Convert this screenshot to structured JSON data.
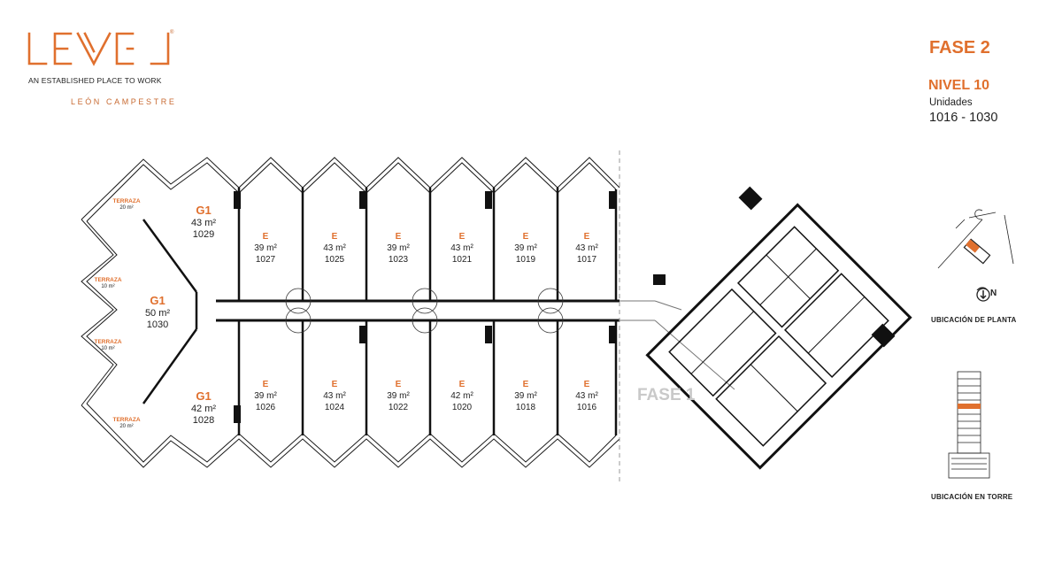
{
  "brand": {
    "tagline": "AN ESTABLISHED PLACE TO WORK",
    "subbrand": "LEÓN CAMPESTRE",
    "registered": "®",
    "accent_color": "#e0702e",
    "logo_lettering": "LEVEL"
  },
  "header": {
    "phase": "FASE 2",
    "level": "NIVEL 10",
    "units_label": "Unidades",
    "units_range": "1016 - 1030"
  },
  "plan": {
    "units": [
      {
        "type": "G1",
        "area": "43 m²",
        "number": "1029"
      },
      {
        "type": "E",
        "area": "39 m²",
        "number": "1027"
      },
      {
        "type": "E",
        "area": "43 m²",
        "number": "1025"
      },
      {
        "type": "E",
        "area": "39 m²",
        "number": "1023"
      },
      {
        "type": "E",
        "area": "43 m²",
        "number": "1021"
      },
      {
        "type": "E",
        "area": "39 m²",
        "number": "1019"
      },
      {
        "type": "E",
        "area": "43 m²",
        "number": "1017"
      },
      {
        "type": "G1",
        "area": "50 m²",
        "number": "1030"
      },
      {
        "type": "G1",
        "area": "42 m²",
        "number": "1028"
      },
      {
        "type": "E",
        "area": "39 m²",
        "number": "1026"
      },
      {
        "type": "E",
        "area": "43 m²",
        "number": "1024"
      },
      {
        "type": "E",
        "area": "39 m²",
        "number": "1022"
      },
      {
        "type": "E",
        "area": "42 m²",
        "number": "1020"
      },
      {
        "type": "E",
        "area": "39 m²",
        "number": "1018"
      },
      {
        "type": "E",
        "area": "43 m²",
        "number": "1016"
      }
    ],
    "terraces": [
      {
        "label": "TERRAZA",
        "area": "20 m²"
      },
      {
        "label": "TERRAZA",
        "area": "10 m²"
      },
      {
        "label": "TERRAZA",
        "area": "10 m²"
      },
      {
        "label": "TERRAZA",
        "area": "20 m²"
      }
    ],
    "fase1_label": "FASE 1"
  },
  "location": {
    "plan_title": "UBICACIÓN DE PLANTA",
    "tower_title": "UBICACIÓN EN TORRE",
    "north": "N"
  }
}
